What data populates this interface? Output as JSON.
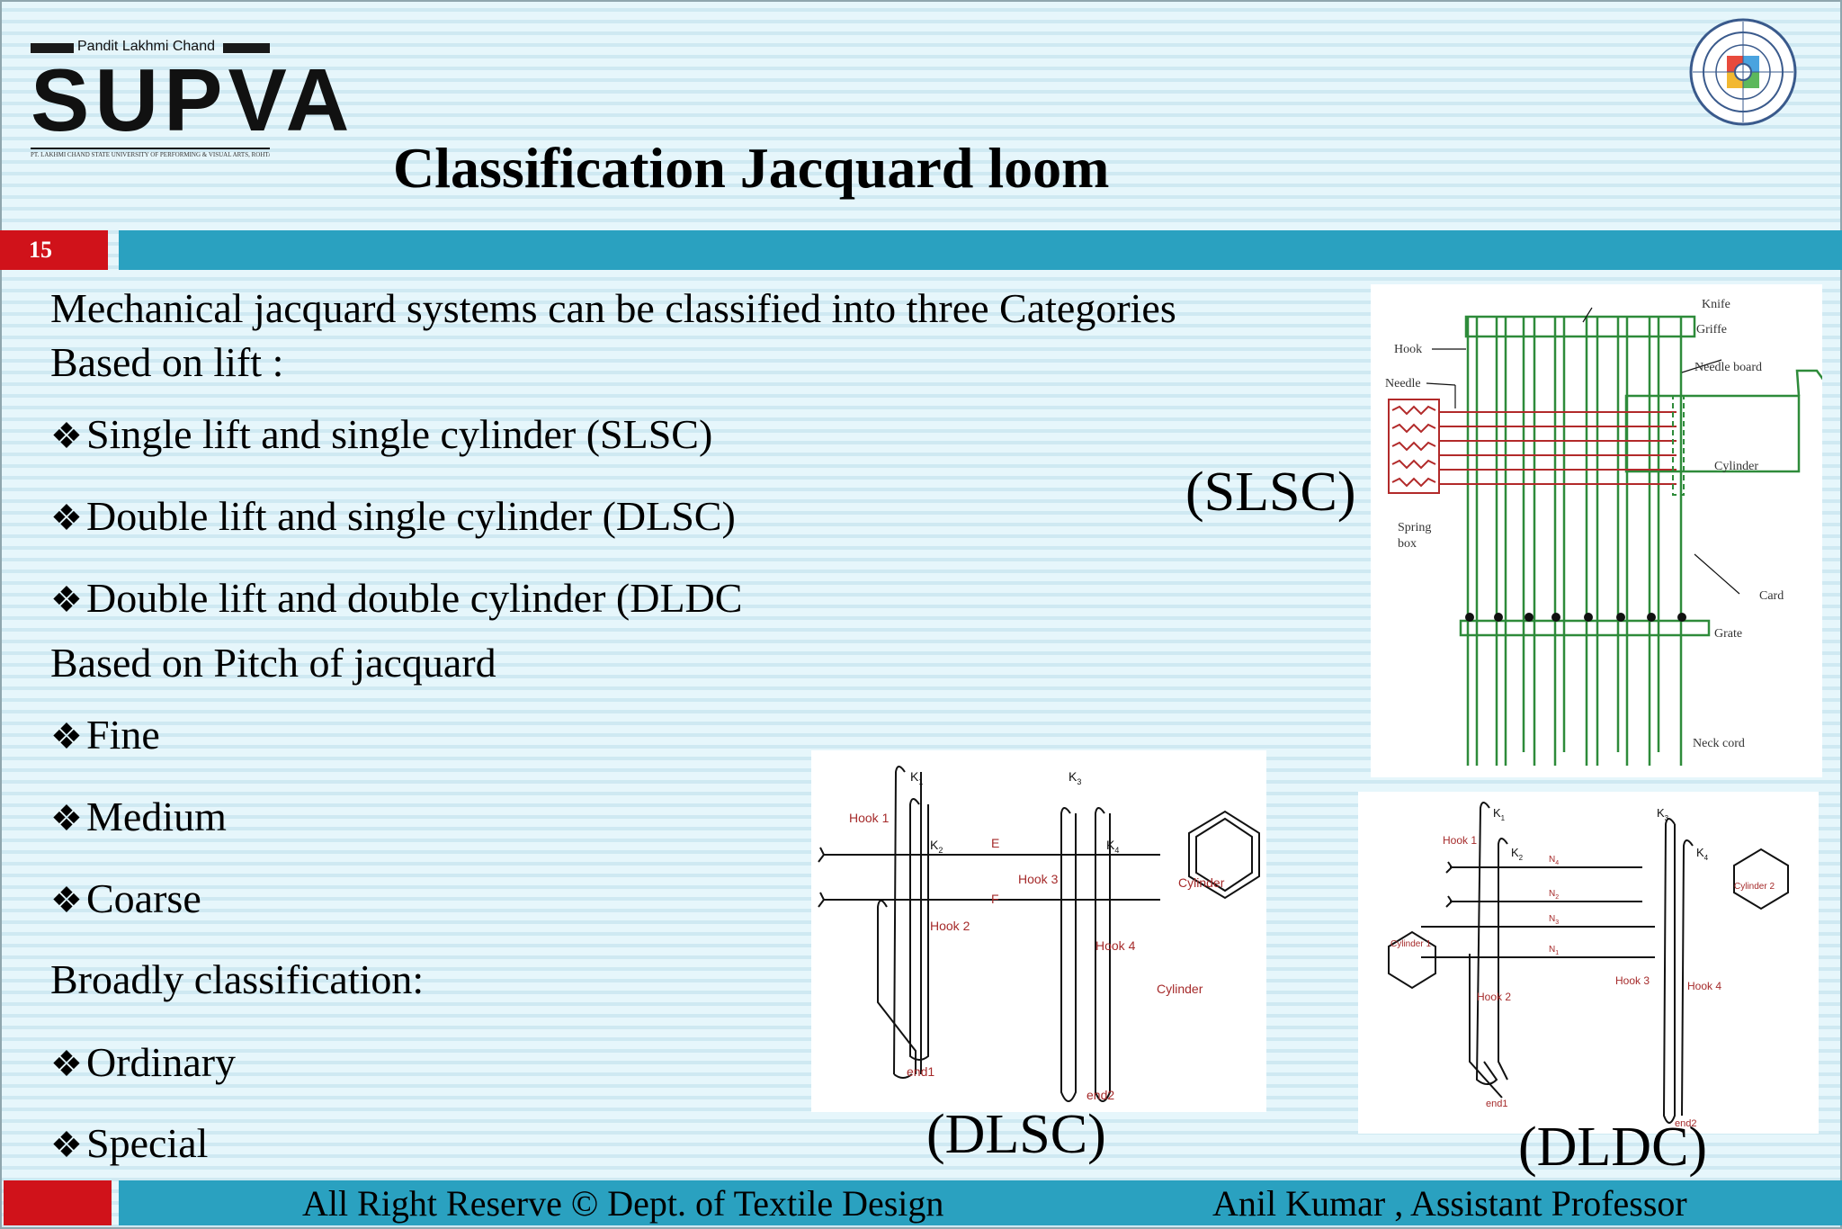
{
  "header": {
    "logo_tagline": "Pandit Lakhmi Chand",
    "logo_word": "SUPVA",
    "logo_subtitle": "PT. LAKHMI CHAND STATE UNIVERSITY OF PERFORMING & VISUAL ARTS, ROHTAK",
    "title": "Classification Jacquard loom",
    "slide_number": "15"
  },
  "body": {
    "intro": "Mechanical jacquard systems can be classified into three Categories",
    "section1_heading": "Based on lift :",
    "section1_items": [
      "Single lift and single cylinder (SLSC)",
      "Double lift and single cylinder (DLSC)",
      "Double lift and double cylinder (DLDC"
    ],
    "section2_heading": "Based on Pitch of jacquard",
    "section2_items": [
      "Fine",
      "Medium",
      "Coarse"
    ],
    "section3_heading": "Broadly classification:",
    "section3_items": [
      "Ordinary",
      "Special"
    ],
    "bullet_symbol": "❖"
  },
  "figures": {
    "slsc": {
      "caption": "(SLSC)",
      "labels": {
        "knife": "Knife",
        "griffe": "Griffe",
        "hook": "Hook",
        "needle": "Needle",
        "needle_board": "Needle board",
        "cylinder": "Cylinder",
        "spring": "Spring",
        "box": "box",
        "card": "Card",
        "grate": "Grate",
        "neck_cord": "Neck cord"
      }
    },
    "dlsc": {
      "caption": "(DLSC)",
      "labels": {
        "k1": "K",
        "k1_sub": "1",
        "k2": "K",
        "k2_sub": "2",
        "k3": "K",
        "k3_sub": "3",
        "k4": "K",
        "k4_sub": "4",
        "hook1": "Hook 1",
        "hook2": "Hook 2",
        "hook3": "Hook 3",
        "hook4": "Hook 4",
        "e": "E",
        "f": "F",
        "cylinder_hex": "Cylinder",
        "cylinder_text": "Cylinder",
        "end1": "end1",
        "end2": "end2"
      }
    },
    "dldc": {
      "caption": "(DLDC)",
      "labels": {
        "k1": "K",
        "k1_sub": "1",
        "k2": "K",
        "k2_sub": "2",
        "k3": "K",
        "k3_sub": "3",
        "k4": "K",
        "k4_sub": "4",
        "hook1": "Hook 1",
        "hook2": "Hook 2",
        "hook3": "Hook 3",
        "hook4": "Hook 4",
        "n4": "N",
        "n4_sub": "4",
        "n2": "N",
        "n2_sub": "2",
        "n3": "N",
        "n3_sub": "3",
        "n1": "N",
        "n1_sub": "1",
        "cylinder1": "Cylinder 1",
        "cylinder2": "Cylinder 2",
        "end1": "end1",
        "end2": "end2"
      }
    }
  },
  "footer": {
    "left": "All Right Reserve © Dept. of Textile Design",
    "right": "Anil Kumar , Assistant Professor"
  },
  "colors": {
    "red": "#d0121a",
    "teal": "#2aa1c0",
    "green_lines": "#2e8b3a",
    "red_lines": "#b22a2a",
    "label_red": "#a52a2a"
  }
}
